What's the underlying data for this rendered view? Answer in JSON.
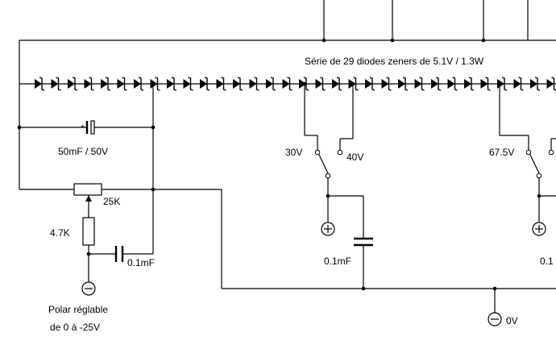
{
  "diagram": {
    "caption_series": "Série de 29 diodes zeners de 5.1V / 1.3W",
    "cap_main": "50mF / 50V",
    "pot_value": "25K",
    "resistor_value": "4.7K",
    "cap_bias": "0.1mF",
    "polar_line1": "Polar réglable",
    "polar_line2": "de 0 à -25V",
    "switch1_left": "30V",
    "switch1_right": "40V",
    "cap_out1": "0.1mF",
    "switch2_left": "67.5V",
    "cap_out2_partial": "0.1",
    "ground_label": "0V",
    "plus_symbol": "+",
    "minus_symbol": "−"
  }
}
